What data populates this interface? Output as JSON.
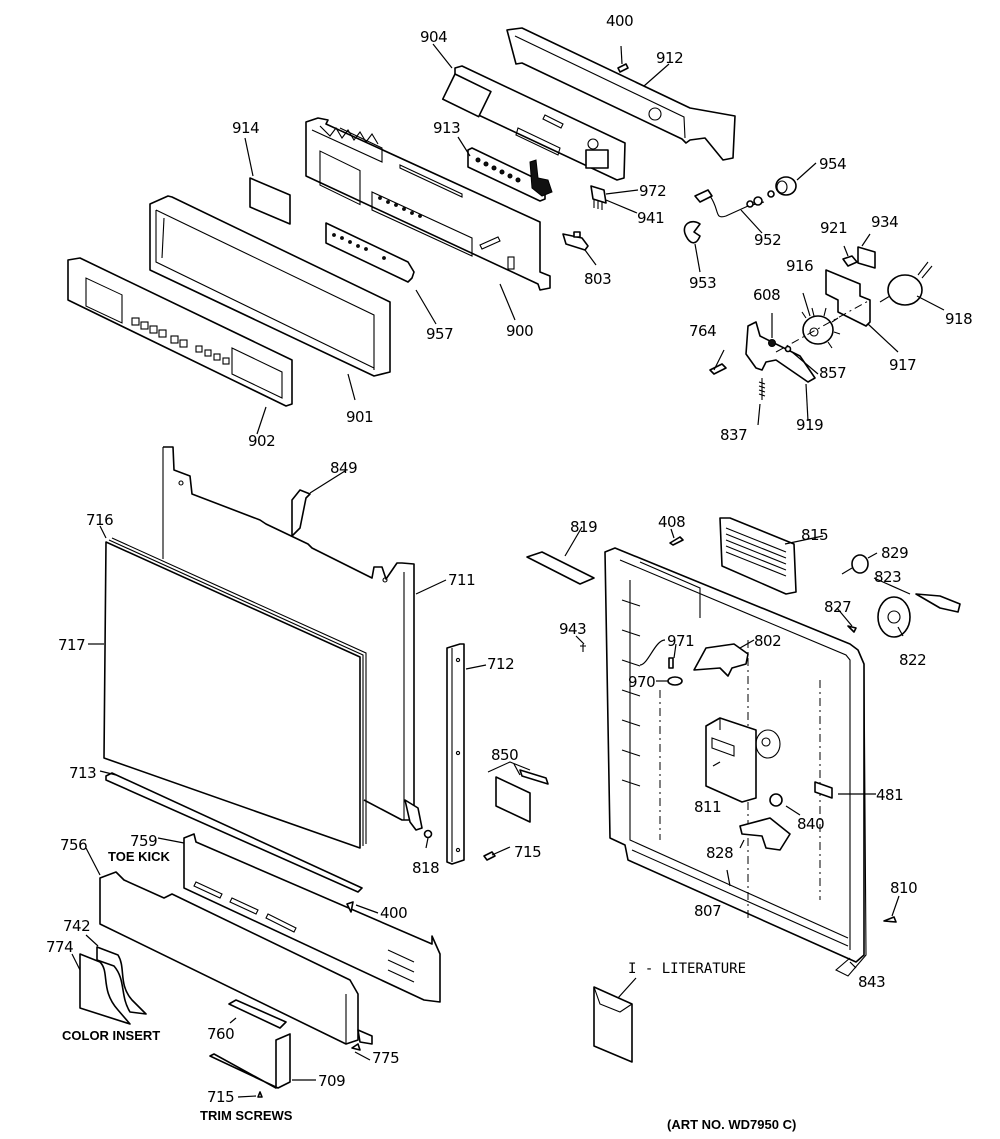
{
  "diagram": {
    "title": "Dishwasher Control Panel & Door Parts",
    "art_number": "(ART NO. WD7950 C)",
    "notes": {
      "toe_kick": "TOE KICK",
      "color_insert": "COLOR INSERT",
      "trim_screws": "TRIM SCREWS",
      "literature": "I - LITERATURE"
    },
    "parts": {
      "p400a": "400",
      "p912": "912",
      "p904": "904",
      "p913": "913",
      "p914": "914",
      "p954": "954",
      "p972": "972",
      "p941": "941",
      "p952": "952",
      "p921": "921",
      "p934": "934",
      "p953": "953",
      "p803": "803",
      "p957": "957",
      "p900": "900",
      "p916": "916",
      "p608": "608",
      "p918": "918",
      "p764": "764",
      "p857": "857",
      "p917": "917",
      "p901": "901",
      "p837": "837",
      "p919": "919",
      "p902": "902",
      "p849": "849",
      "p716": "716",
      "p408": "408",
      "p815": "815",
      "p819": "819",
      "p829": "829",
      "p823": "823",
      "p711": "711",
      "p717": "717",
      "p943": "943",
      "p827": "827",
      "p971": "971",
      "p802": "802",
      "p822": "822",
      "p712": "712",
      "p970": "970",
      "p850": "850",
      "p713": "713",
      "p481": "481",
      "p811": "811",
      "p840": "840",
      "p759": "759",
      "p828": "828",
      "p756": "756",
      "p818": "818",
      "p715a": "715",
      "p810": "810",
      "p400b": "400",
      "p807": "807",
      "p742": "742",
      "p774": "774",
      "p843": "843",
      "p760": "760",
      "p775": "775",
      "p709": "709",
      "p715b": "715"
    }
  }
}
